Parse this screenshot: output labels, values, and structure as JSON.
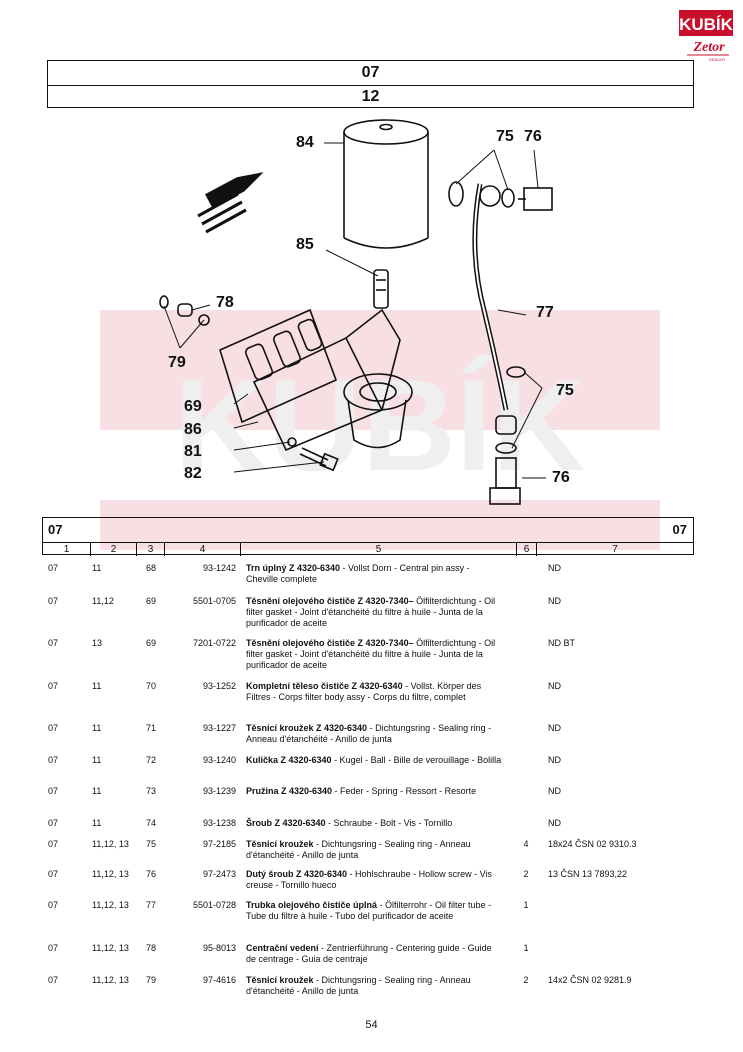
{
  "logo": {
    "brand": "KUBÍK",
    "sub": "Zetor",
    "tag": "DEALER"
  },
  "header": {
    "line1": "07",
    "line2": "12"
  },
  "callouts": [
    "84",
    "75",
    "76",
    "85",
    "78",
    "77",
    "79",
    "75",
    "69",
    "86",
    "81",
    "82",
    "76"
  ],
  "table": {
    "chapter_left": "07",
    "chapter_right": "07",
    "columns": [
      "1",
      "2",
      "3",
      "4",
      "5",
      "6",
      "7"
    ],
    "rows": [
      {
        "c1": "07",
        "c2": "11",
        "c3": "68",
        "c4": "93-1242",
        "title": "Trn úplný Z 4320-6340",
        "desc": " - Vollst Dorn - Central pin assy - Cheville complete",
        "c6": "",
        "c7": "ND"
      },
      {
        "c1": "07",
        "c2": "11,12",
        "c3": "69",
        "c4": "5501-0705",
        "title": "Těsnění olejového čističe Z 4320-7340–",
        "desc": " Ölfilterdichtung - Oil filter gasket - Joint d'étanchéité du filtre à huile - Junta de la purificador de aceite",
        "c6": "",
        "c7": "ND"
      },
      {
        "c1": "07",
        "c2": "13",
        "c3": "69",
        "c4": "7201-0722",
        "title": "Těsnění olejového čističe Z 4320-7340–",
        "desc": " Ölfilterdichtung - Oil filter gasket - Joint d'étanchéité du filtre à huile - Junta de la purificador de aceite",
        "c6": "",
        "c7": "ND BT"
      },
      {
        "c1": "07",
        "c2": "11",
        "c3": "70",
        "c4": "93-1252",
        "title": "Kompletní těleso čističe Z 4320-6340",
        "desc": " - Vollst. Körper des Filtres - Corps filter body assy - Corps du filtre, complet",
        "c6": "",
        "c7": "ND"
      },
      {
        "c1": "07",
        "c2": "11",
        "c3": "71",
        "c4": "93-1227",
        "title": "Těsnicí kroužek Z 4320-6340",
        "desc": " - Dichtungsring - Sealing ring - Anneau d'étanchéité - Anillo de junta",
        "c6": "",
        "c7": "ND"
      },
      {
        "c1": "07",
        "c2": "11",
        "c3": "72",
        "c4": "93-1240",
        "title": "Kulička Z 4320-6340",
        "desc": " - Kugel - Ball - Bille de verouillage - Bolilla",
        "c6": "",
        "c7": "ND"
      },
      {
        "c1": "07",
        "c2": "11",
        "c3": "73",
        "c4": "93-1239",
        "title": "Pružina Z 4320-6340",
        "desc": " - Feder - Spring - Ressort - Resorte",
        "c6": "",
        "c7": "ND"
      },
      {
        "c1": "07",
        "c2": "11",
        "c3": "74",
        "c4": "93-1238",
        "title": "Šroub Z 4320-6340",
        "desc": " - Schraube - Bolt - Vis - Tornillo",
        "c6": "",
        "c7": "ND"
      },
      {
        "c1": "07",
        "c2": "11,12, 13",
        "c3": "75",
        "c4": "97-2185",
        "title": "Těsnicí kroužek",
        "desc": " - Dichtungsring - Sealing ring - Anneau d'étanchéité - Anillo de junta",
        "c6": "4",
        "c7": "18x24 ČSN 02 9310.3"
      },
      {
        "c1": "07",
        "c2": "11,12, 13",
        "c3": "76",
        "c4": "97-2473",
        "title": "Dutý šroub Z 4320-6340",
        "desc": " - Hohlschraube - Hollow screw - Vis creuse - Tornillo hueco",
        "c6": "2",
        "c7": "13 ČSN 13 7893,22"
      },
      {
        "c1": "07",
        "c2": "11,12, 13",
        "c3": "77",
        "c4": "5501-0728",
        "title": "Trubka olejového čističe úplná",
        "desc": " - Ölfilterrohr - Oil filter tube - Tube du filtre à huile - Tubo del purificador de aceite",
        "c6": "1",
        "c7": ""
      },
      {
        "c1": "07",
        "c2": "11,12, 13",
        "c3": "78",
        "c4": "95-8013",
        "title": "Centrační vedení",
        "desc": " - Zentrierführung - Centering guide - Guide de centrage - Guia de centraje",
        "c6": "1",
        "c7": ""
      },
      {
        "c1": "07",
        "c2": "11,12, 13",
        "c3": "79",
        "c4": "97-4616",
        "title": "Těsnicí kroužek",
        "desc": " - Dichtungsring - Sealing ring - Anneau d'étanchéité - Anillo de junta",
        "c6": "2",
        "c7": "14x2 ČSN 02 9281.9"
      }
    ]
  },
  "page_number": "54"
}
